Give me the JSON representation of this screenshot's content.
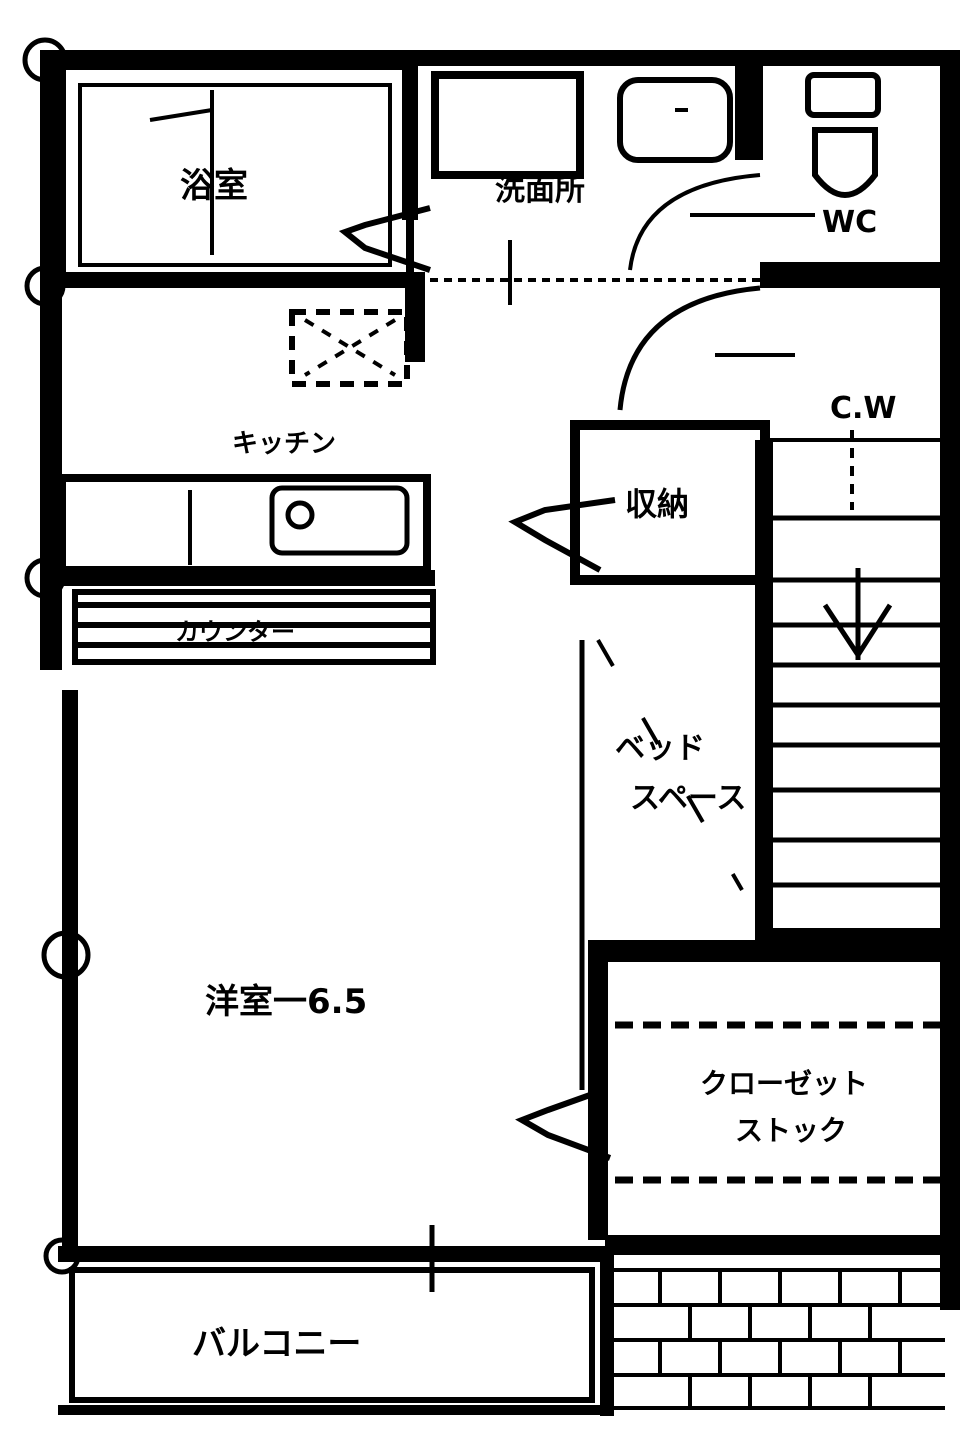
{
  "floorplan": {
    "rooms": {
      "bath": "浴室",
      "washroom": "洗面所",
      "toilet": "WC",
      "kitchen": "キッチン",
      "counter": "カウンター",
      "wic": "C.W",
      "storage": "収納",
      "bed_space_line1": "ベッド",
      "bed_space_line2": "スペース",
      "western_room": "洋室一6.5",
      "cloth_line1": "クローゼット",
      "cloth_line2": "ストック",
      "balcony": "バルコニー"
    },
    "stairs_arrow": "down"
  }
}
